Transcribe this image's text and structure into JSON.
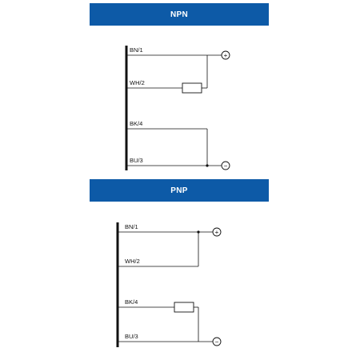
{
  "npn": {
    "title": "NPN",
    "wires": {
      "bn": "BN/1",
      "wh": "WH/2",
      "bk": "BK/4",
      "bu": "BU/3"
    },
    "plus": "+",
    "minus": "−"
  },
  "pnp": {
    "title": "PNP",
    "wires": {
      "bn": "BN/1",
      "wh": "WH/2",
      "bk": "BK/4",
      "bu": "BU/3"
    },
    "plus": "+",
    "minus": "−"
  },
  "colors": {
    "banner": "#0d5aa7",
    "line": "#111111"
  }
}
